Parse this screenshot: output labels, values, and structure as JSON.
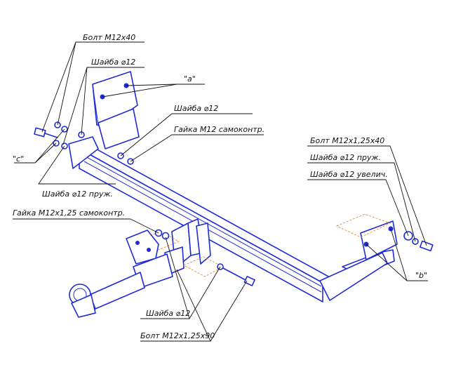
{
  "labels": {
    "bolt_m12x40": "Болт М12х40",
    "washer_12_top": "Шайба ⌀12",
    "mark_a": "\"а\"",
    "washer_12_mid": "Шайба ⌀12",
    "nut_m12_self": "Гайка М12 самоконтр.",
    "mark_c": "\"с\"",
    "spring_washer_12_left": "Шайба ⌀12 пруж.",
    "nut_m12x125_self": "Гайка М12х1,25 самоконтр.",
    "bolt_m12x125x40": "Болт М12х1,25х40",
    "spring_washer_12_right": "Шайба ⌀12 пруж.",
    "enlarged_washer_12": "Шайба ⌀12 увелич.",
    "mark_b": "\"b\"",
    "washer_12_bottom": "Шайба ⌀12",
    "bolt_m12x125x90": "Болт М12х1,25х90"
  },
  "colors": {
    "part_line": "#1f2bd6",
    "leader": "#111111",
    "hidden_line": "#e08a3c"
  }
}
